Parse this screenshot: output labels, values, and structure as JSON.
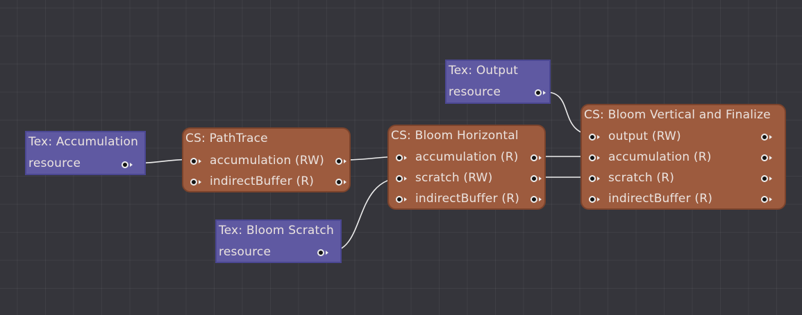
{
  "graph": {
    "resources": [
      {
        "title": "Tex: Accumulation",
        "label": "resource"
      },
      {
        "title": "Tex: Bloom Scratch",
        "label": "resource"
      },
      {
        "title": "Tex: Output",
        "label": "resource"
      }
    ],
    "passes": [
      {
        "title": "CS: PathTrace",
        "pins": [
          "accumulation (RW)",
          "indirectBuffer (R)"
        ]
      },
      {
        "title": "CS: Bloom Horizontal",
        "pins": [
          "accumulation (R)",
          "scratch (RW)",
          "indirectBuffer (R)"
        ]
      },
      {
        "title": "CS: Bloom Vertical and Finalize",
        "pins": [
          "output (RW)",
          "accumulation (R)",
          "scratch (R)",
          "indirectBuffer (R)"
        ]
      }
    ],
    "colors": {
      "background": "#35353b",
      "texture_node": "#5f59a2",
      "compute_node": "#9d5b3e",
      "link": "#eeeeee",
      "text": "#ebe3df"
    }
  }
}
